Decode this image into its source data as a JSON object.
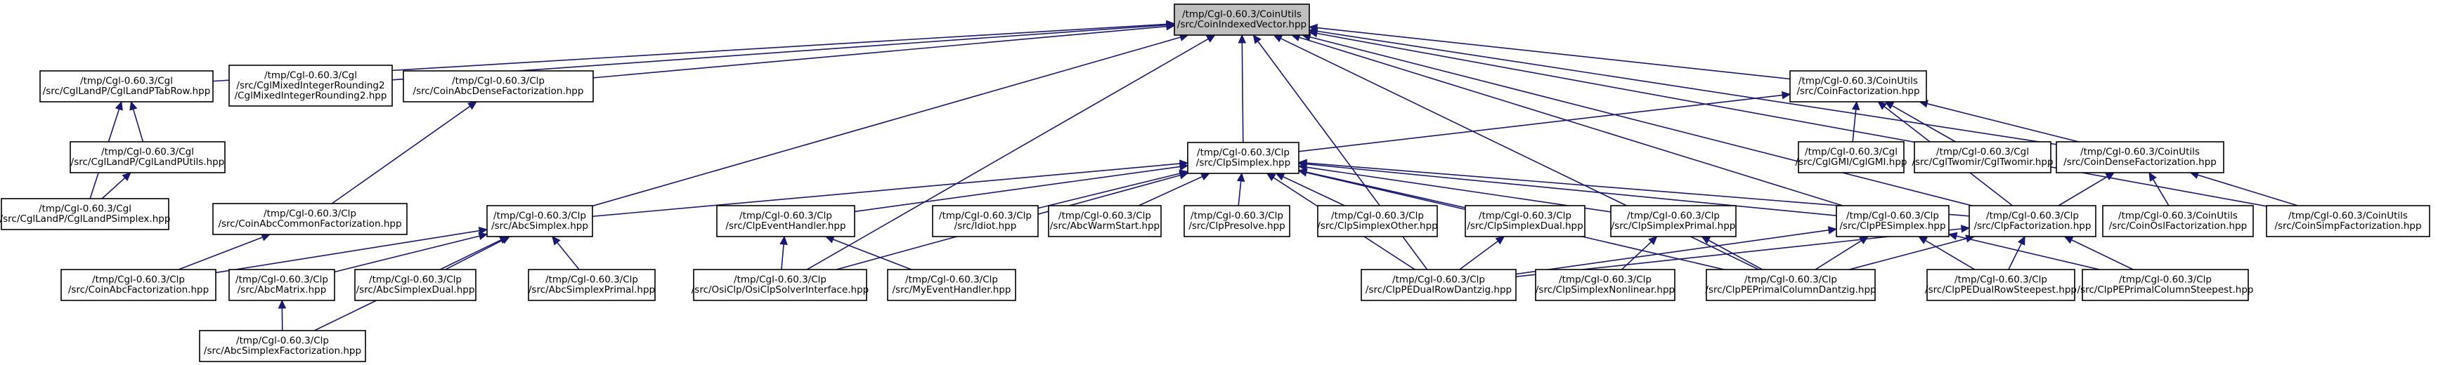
{
  "graph": {
    "root": "n0",
    "nodes": [
      {
        "id": "n0",
        "lines": [
          "/tmp/Cgl-0.60.3/CoinUtils",
          "/src/CoinIndexedVector.hpp"
        ]
      },
      {
        "id": "n1",
        "lines": [
          "/tmp/Cgl-0.60.3/Cgl",
          "/src/CglLandP/CglLandPTabRow.hpp"
        ]
      },
      {
        "id": "n2",
        "lines": [
          "/tmp/Cgl-0.60.3/Cgl",
          "/src/CglMixedIntegerRounding2",
          "/CglMixedIntegerRounding2.hpp"
        ]
      },
      {
        "id": "n3",
        "lines": [
          "/tmp/Cgl-0.60.3/Clp",
          "/src/CoinAbcDenseFactorization.hpp"
        ]
      },
      {
        "id": "n4",
        "lines": [
          "/tmp/Cgl-0.60.3/CoinUtils",
          "/src/CoinFactorization.hpp"
        ]
      },
      {
        "id": "n5",
        "lines": [
          "/tmp/Cgl-0.60.3/Cgl",
          "/src/CglLandP/CglLandPUtils.hpp"
        ]
      },
      {
        "id": "n6",
        "lines": [
          "/tmp/Cgl-0.60.3/Clp",
          "/src/ClpSimplex.hpp"
        ]
      },
      {
        "id": "n7",
        "lines": [
          "/tmp/Cgl-0.60.3/Cgl",
          "/src/CglGMI/CglGMI.hpp"
        ]
      },
      {
        "id": "n8",
        "lines": [
          "/tmp/Cgl-0.60.3/Cgl",
          "/src/CglTwomir/CglTwomir.hpp"
        ]
      },
      {
        "id": "n9",
        "lines": [
          "/tmp/Cgl-0.60.3/CoinUtils",
          "/src/CoinDenseFactorization.hpp"
        ]
      },
      {
        "id": "n10",
        "lines": [
          "/tmp/Cgl-0.60.3/Cgl",
          "/src/CglLandP/CglLandPSimplex.hpp"
        ]
      },
      {
        "id": "n11",
        "lines": [
          "/tmp/Cgl-0.60.3/Clp",
          "/src/CoinAbcCommonFactorization.hpp"
        ]
      },
      {
        "id": "n12",
        "lines": [
          "/tmp/Cgl-0.60.3/Clp",
          "/src/AbcSimplex.hpp"
        ]
      },
      {
        "id": "n13",
        "lines": [
          "/tmp/Cgl-0.60.3/Clp",
          "/src/ClpEventHandler.hpp"
        ]
      },
      {
        "id": "n14",
        "lines": [
          "/tmp/Cgl-0.60.3/Clp",
          "/src/Idiot.hpp"
        ]
      },
      {
        "id": "n15",
        "lines": [
          "/tmp/Cgl-0.60.3/Clp",
          "/src/AbcWarmStart.hpp"
        ]
      },
      {
        "id": "n16",
        "lines": [
          "/tmp/Cgl-0.60.3/Clp",
          "/src/ClpPresolve.hpp"
        ]
      },
      {
        "id": "n17",
        "lines": [
          "/tmp/Cgl-0.60.3/Clp",
          "/src/ClpSimplexOther.hpp"
        ]
      },
      {
        "id": "n18",
        "lines": [
          "/tmp/Cgl-0.60.3/Clp",
          "/src/ClpSimplexDual.hpp"
        ]
      },
      {
        "id": "n19",
        "lines": [
          "/tmp/Cgl-0.60.3/Clp",
          "/src/ClpSimplexPrimal.hpp"
        ]
      },
      {
        "id": "n20",
        "lines": [
          "/tmp/Cgl-0.60.3/Clp",
          "/src/ClpPESimplex.hpp"
        ]
      },
      {
        "id": "n21",
        "lines": [
          "/tmp/Cgl-0.60.3/Clp",
          "/src/ClpFactorization.hpp"
        ]
      },
      {
        "id": "n22",
        "lines": [
          "/tmp/Cgl-0.60.3/CoinUtils",
          "/src/CoinOslFactorization.hpp"
        ]
      },
      {
        "id": "n23",
        "lines": [
          "/tmp/Cgl-0.60.3/CoinUtils",
          "/src/CoinSimpFactorization.hpp"
        ]
      },
      {
        "id": "n24",
        "lines": [
          "/tmp/Cgl-0.60.3/Clp",
          "/src/CoinAbcFactorization.hpp"
        ]
      },
      {
        "id": "n25",
        "lines": [
          "/tmp/Cgl-0.60.3/Clp",
          "/src/AbcMatrix.hpp"
        ]
      },
      {
        "id": "n26",
        "lines": [
          "/tmp/Cgl-0.60.3/Clp",
          "/src/AbcSimplexDual.hpp"
        ]
      },
      {
        "id": "n27",
        "lines": [
          "/tmp/Cgl-0.60.3/Clp",
          "/src/AbcSimplexPrimal.hpp"
        ]
      },
      {
        "id": "n28",
        "lines": [
          "/tmp/Cgl-0.60.3/Clp",
          "/src/OsiClp/OsiClpSolverInterface.hpp"
        ]
      },
      {
        "id": "n29",
        "lines": [
          "/tmp/Cgl-0.60.3/Clp",
          "/src/MyEventHandler.hpp"
        ]
      },
      {
        "id": "n30",
        "lines": [
          "/tmp/Cgl-0.60.3/Clp",
          "/src/ClpPEDualRowDantzig.hpp"
        ]
      },
      {
        "id": "n31",
        "lines": [
          "/tmp/Cgl-0.60.3/Clp",
          "/src/ClpSimplexNonlinear.hpp"
        ]
      },
      {
        "id": "n32",
        "lines": [
          "/tmp/Cgl-0.60.3/Clp",
          "/src/ClpPEPrimalColumnDantzig.hpp"
        ]
      },
      {
        "id": "n33",
        "lines": [
          "/tmp/Cgl-0.60.3/Clp",
          "/src/ClpPEDualRowSteepest.hpp"
        ]
      },
      {
        "id": "n34",
        "lines": [
          "/tmp/Cgl-0.60.3/Clp",
          "/src/ClpPEPrimalColumnSteepest.hpp"
        ]
      },
      {
        "id": "n35",
        "lines": [
          "/tmp/Cgl-0.60.3/Clp",
          "/src/AbcSimplexFactorization.hpp"
        ]
      }
    ],
    "edges": [
      [
        "n1",
        "n0"
      ],
      [
        "n2",
        "n0"
      ],
      [
        "n3",
        "n0"
      ],
      [
        "n4",
        "n0"
      ],
      [
        "n6",
        "n0"
      ],
      [
        "n9",
        "n0"
      ],
      [
        "n12",
        "n0"
      ],
      [
        "n20",
        "n0"
      ],
      [
        "n21",
        "n0"
      ],
      [
        "n23",
        "n0"
      ],
      [
        "n28",
        "n0"
      ],
      [
        "n30",
        "n0"
      ],
      [
        "n32",
        "n0"
      ],
      [
        "n5",
        "n1"
      ],
      [
        "n10",
        "n1"
      ],
      [
        "n10",
        "n5"
      ],
      [
        "n11",
        "n3"
      ],
      [
        "n24",
        "n11"
      ],
      [
        "n6",
        "n4"
      ],
      [
        "n7",
        "n4"
      ],
      [
        "n8",
        "n4"
      ],
      [
        "n9",
        "n4"
      ],
      [
        "n21",
        "n4"
      ],
      [
        "n21",
        "n9"
      ],
      [
        "n22",
        "n9"
      ],
      [
        "n23",
        "n9"
      ],
      [
        "n12",
        "n6"
      ],
      [
        "n13",
        "n6"
      ],
      [
        "n14",
        "n6"
      ],
      [
        "n15",
        "n6"
      ],
      [
        "n16",
        "n6"
      ],
      [
        "n17",
        "n6"
      ],
      [
        "n18",
        "n6"
      ],
      [
        "n19",
        "n6"
      ],
      [
        "n20",
        "n6"
      ],
      [
        "n21",
        "n6"
      ],
      [
        "n28",
        "n6"
      ],
      [
        "n30",
        "n6"
      ],
      [
        "n32",
        "n6"
      ],
      [
        "n24",
        "n12"
      ],
      [
        "n25",
        "n12"
      ],
      [
        "n26",
        "n12"
      ],
      [
        "n27",
        "n12"
      ],
      [
        "n35",
        "n12"
      ],
      [
        "n35",
        "n25"
      ],
      [
        "n28",
        "n13"
      ],
      [
        "n29",
        "n13"
      ],
      [
        "n30",
        "n18"
      ],
      [
        "n31",
        "n19"
      ],
      [
        "n32",
        "n19"
      ],
      [
        "n30",
        "n20"
      ],
      [
        "n32",
        "n20"
      ],
      [
        "n33",
        "n20"
      ],
      [
        "n34",
        "n20"
      ],
      [
        "n30",
        "n21"
      ],
      [
        "n32",
        "n21"
      ],
      [
        "n33",
        "n21"
      ],
      [
        "n34",
        "n21"
      ]
    ]
  }
}
